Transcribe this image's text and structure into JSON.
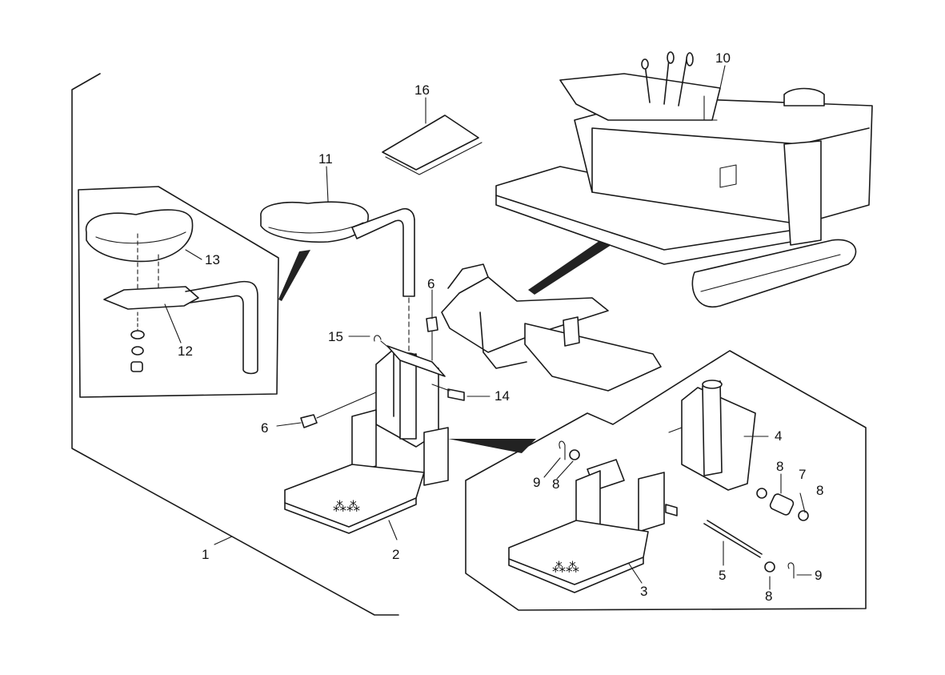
{
  "diagram": {
    "callouts": {
      "c1": "1",
      "c2": "2",
      "c3": "3",
      "c4": "4",
      "c5": "5",
      "c6a": "6",
      "c6b": "6",
      "c7": "7",
      "c8a": "8",
      "c8b": "8",
      "c8c": "8",
      "c8d": "8",
      "c9a": "9",
      "c9b": "9",
      "c10": "10",
      "c11": "11",
      "c12": "12",
      "c13": "13",
      "c14": "14",
      "c15": "15",
      "c16": "16"
    }
  },
  "colors": {
    "line": "#1a1a1a",
    "background": "#ffffff"
  }
}
